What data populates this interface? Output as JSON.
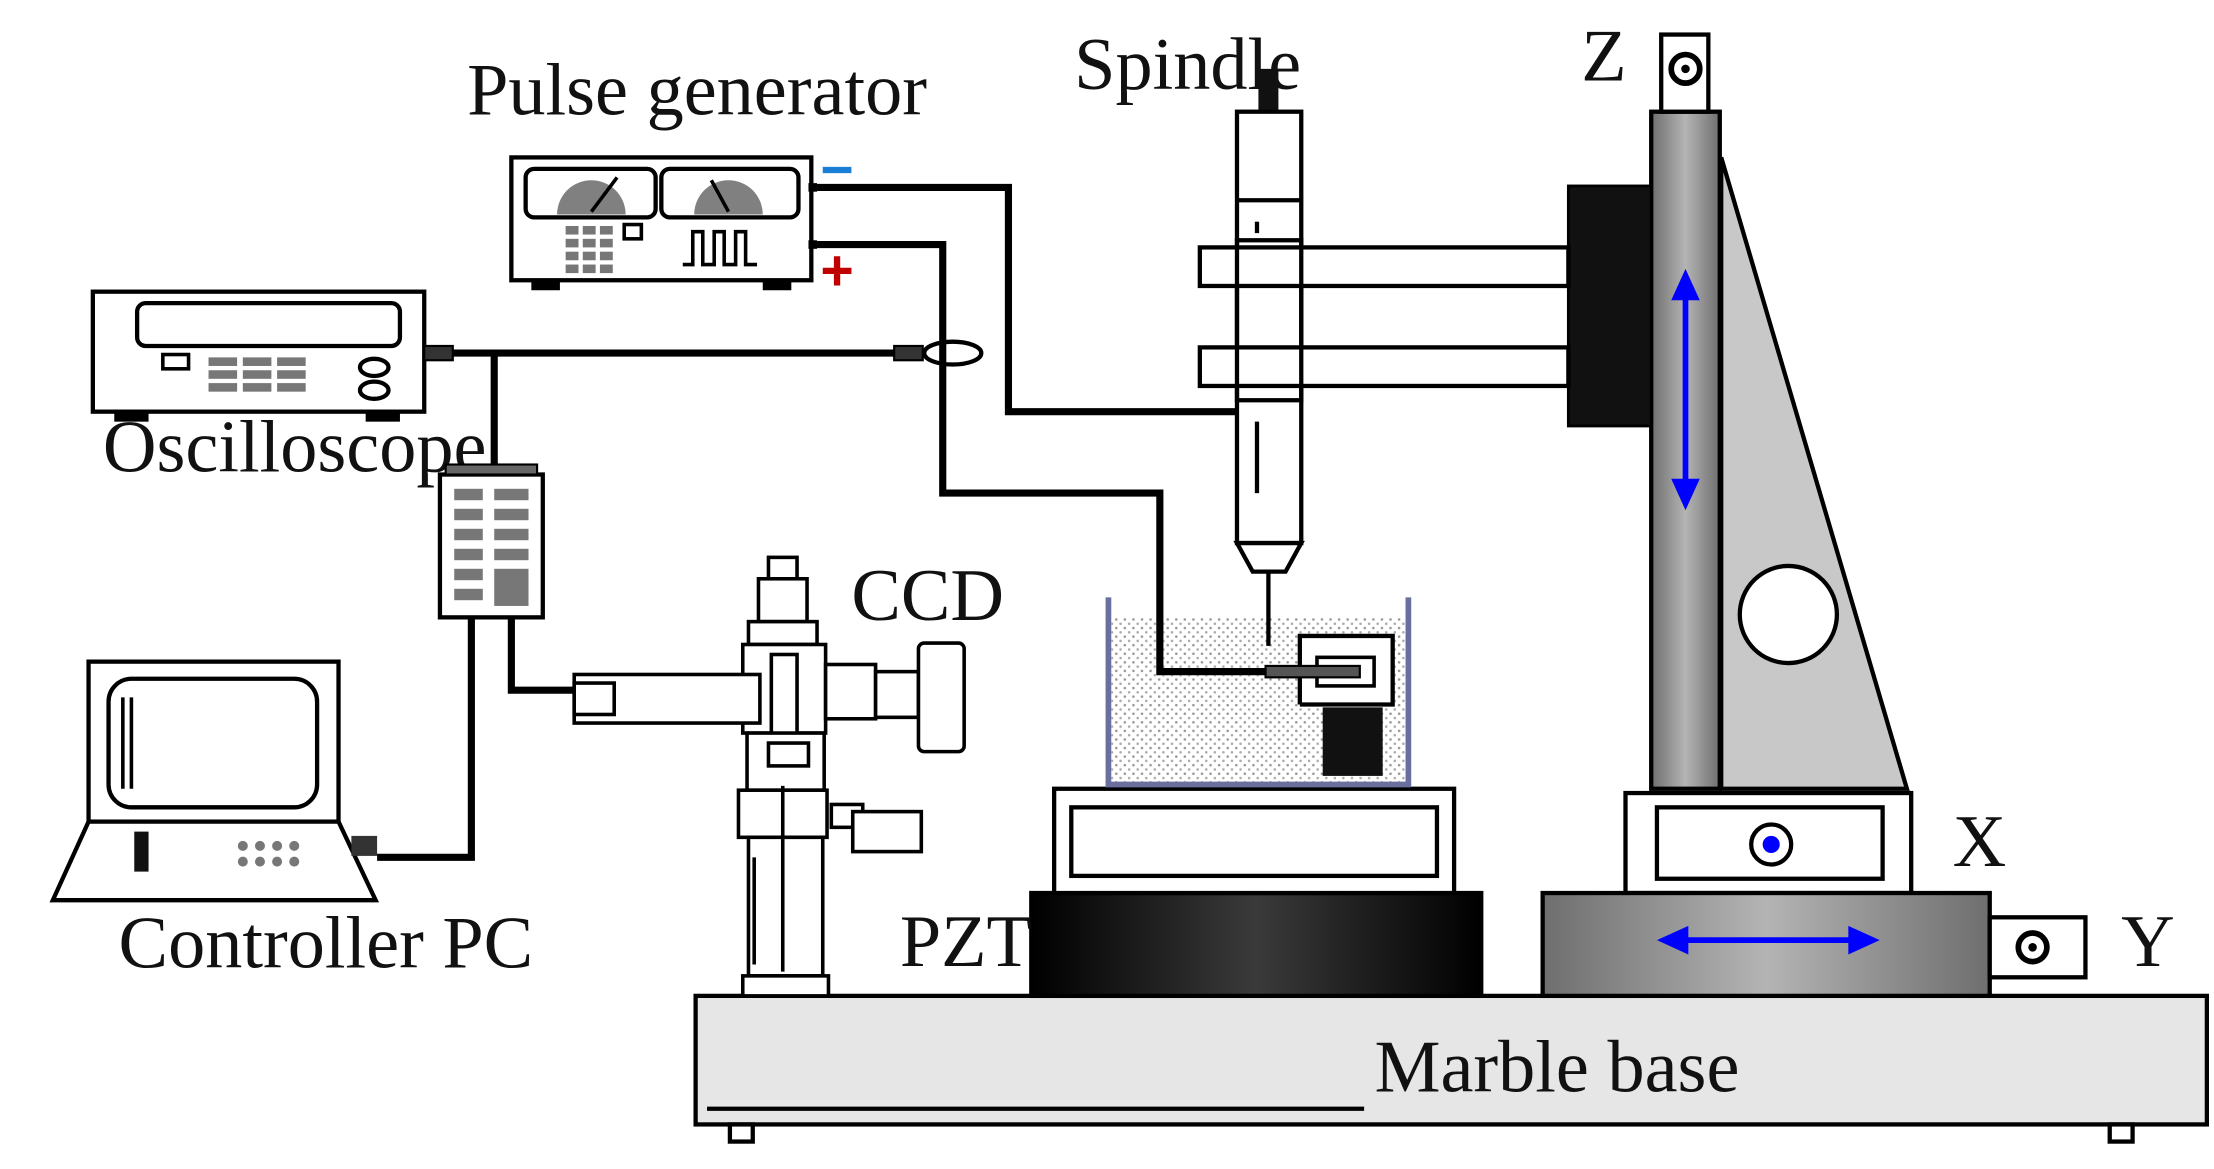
{
  "labels": {
    "pulse_generator": "Pulse generator",
    "oscilloscope": "Oscilloscope",
    "controller_pc": "Controller PC",
    "spindle": "Spindle",
    "ccd": "CCD",
    "pzt": "PZT",
    "marble_base": "Marble base",
    "axis_z": "Z",
    "axis_x": "X",
    "axis_y": "Y"
  },
  "polarity": {
    "negative": "−",
    "positive": "+"
  },
  "colors": {
    "negative_terminal": "#1a7fd4",
    "positive_terminal": "#c00000",
    "motion_arrow": "#0000ff",
    "column_gray": "#9a9a9a",
    "support_gray": "#c8c8c8",
    "base_gray": "#e6e6e6",
    "tank_wall": "#6b6f9e"
  }
}
